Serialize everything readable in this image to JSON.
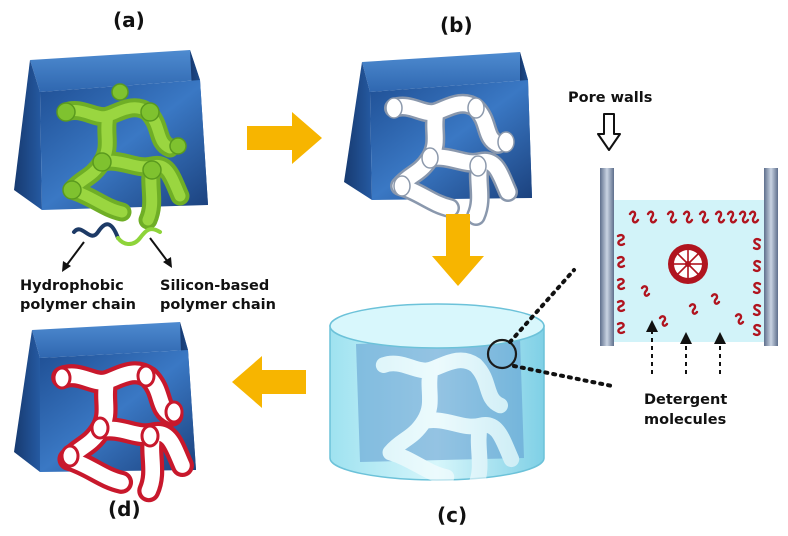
{
  "panels": {
    "a": "(a)",
    "b": "(b)",
    "c": "(c)",
    "d": "(d)"
  },
  "annotations": {
    "pore_walls": "Pore walls",
    "hydrophobic_line1": "Hydrophobic",
    "hydrophobic_line2": "polymer chain",
    "silicon_line1": "Silicon-based",
    "silicon_line2": "polymer chain",
    "detergent_line1": "Detergent",
    "detergent_line2": "molecules"
  },
  "colors": {
    "arrow": "#f7b500",
    "cube_blue": "#2a5ea8",
    "green_network": "#8ccb33",
    "red_coating": "#c8182c",
    "hydrophobic_chain": "#1d3a66",
    "silicon_chain": "#8ed43a",
    "solvent": "#bfeef7",
    "detergent": "#b0141f"
  }
}
